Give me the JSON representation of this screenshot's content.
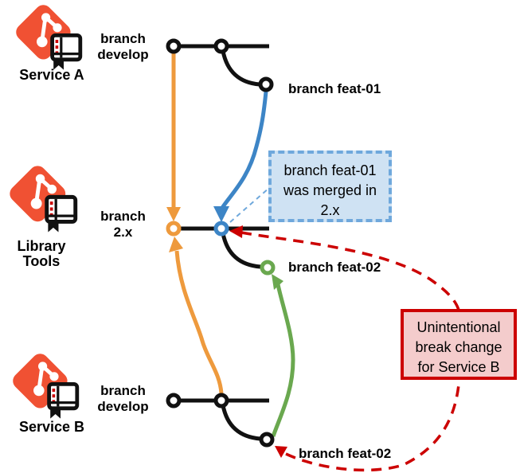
{
  "diagram": {
    "repos": [
      {
        "name": "Service A",
        "branch_label": "branch\ndevelop"
      },
      {
        "name": "Library\nTools",
        "branch_label": "branch\n2.x"
      },
      {
        "name": "Service B",
        "branch_label": "branch\ndevelop"
      }
    ],
    "labels": {
      "feat01": "branch feat-01",
      "feat02_mid": "branch feat-02",
      "feat02_bottom": "branch feat-02"
    },
    "notes": {
      "merge": {
        "text": "branch feat-01\nwas merged in\n2.x",
        "fill": "#cfe2f3",
        "border": "#6fa8dc"
      },
      "break": {
        "text": "Unintentional\nbreak change\nfor Service B",
        "fill": "#f4cccc",
        "border": "#cc0000"
      }
    },
    "icons": {
      "repo_icon": "git-logo-with-library-book"
    },
    "colors": {
      "black": "#111111",
      "orange": "#ee9a3d",
      "blue": "#3d85c6",
      "light_blue": "#6fa8dc",
      "green": "#6aa84f",
      "red": "#cc0000",
      "git_red": "#f05133"
    }
  }
}
